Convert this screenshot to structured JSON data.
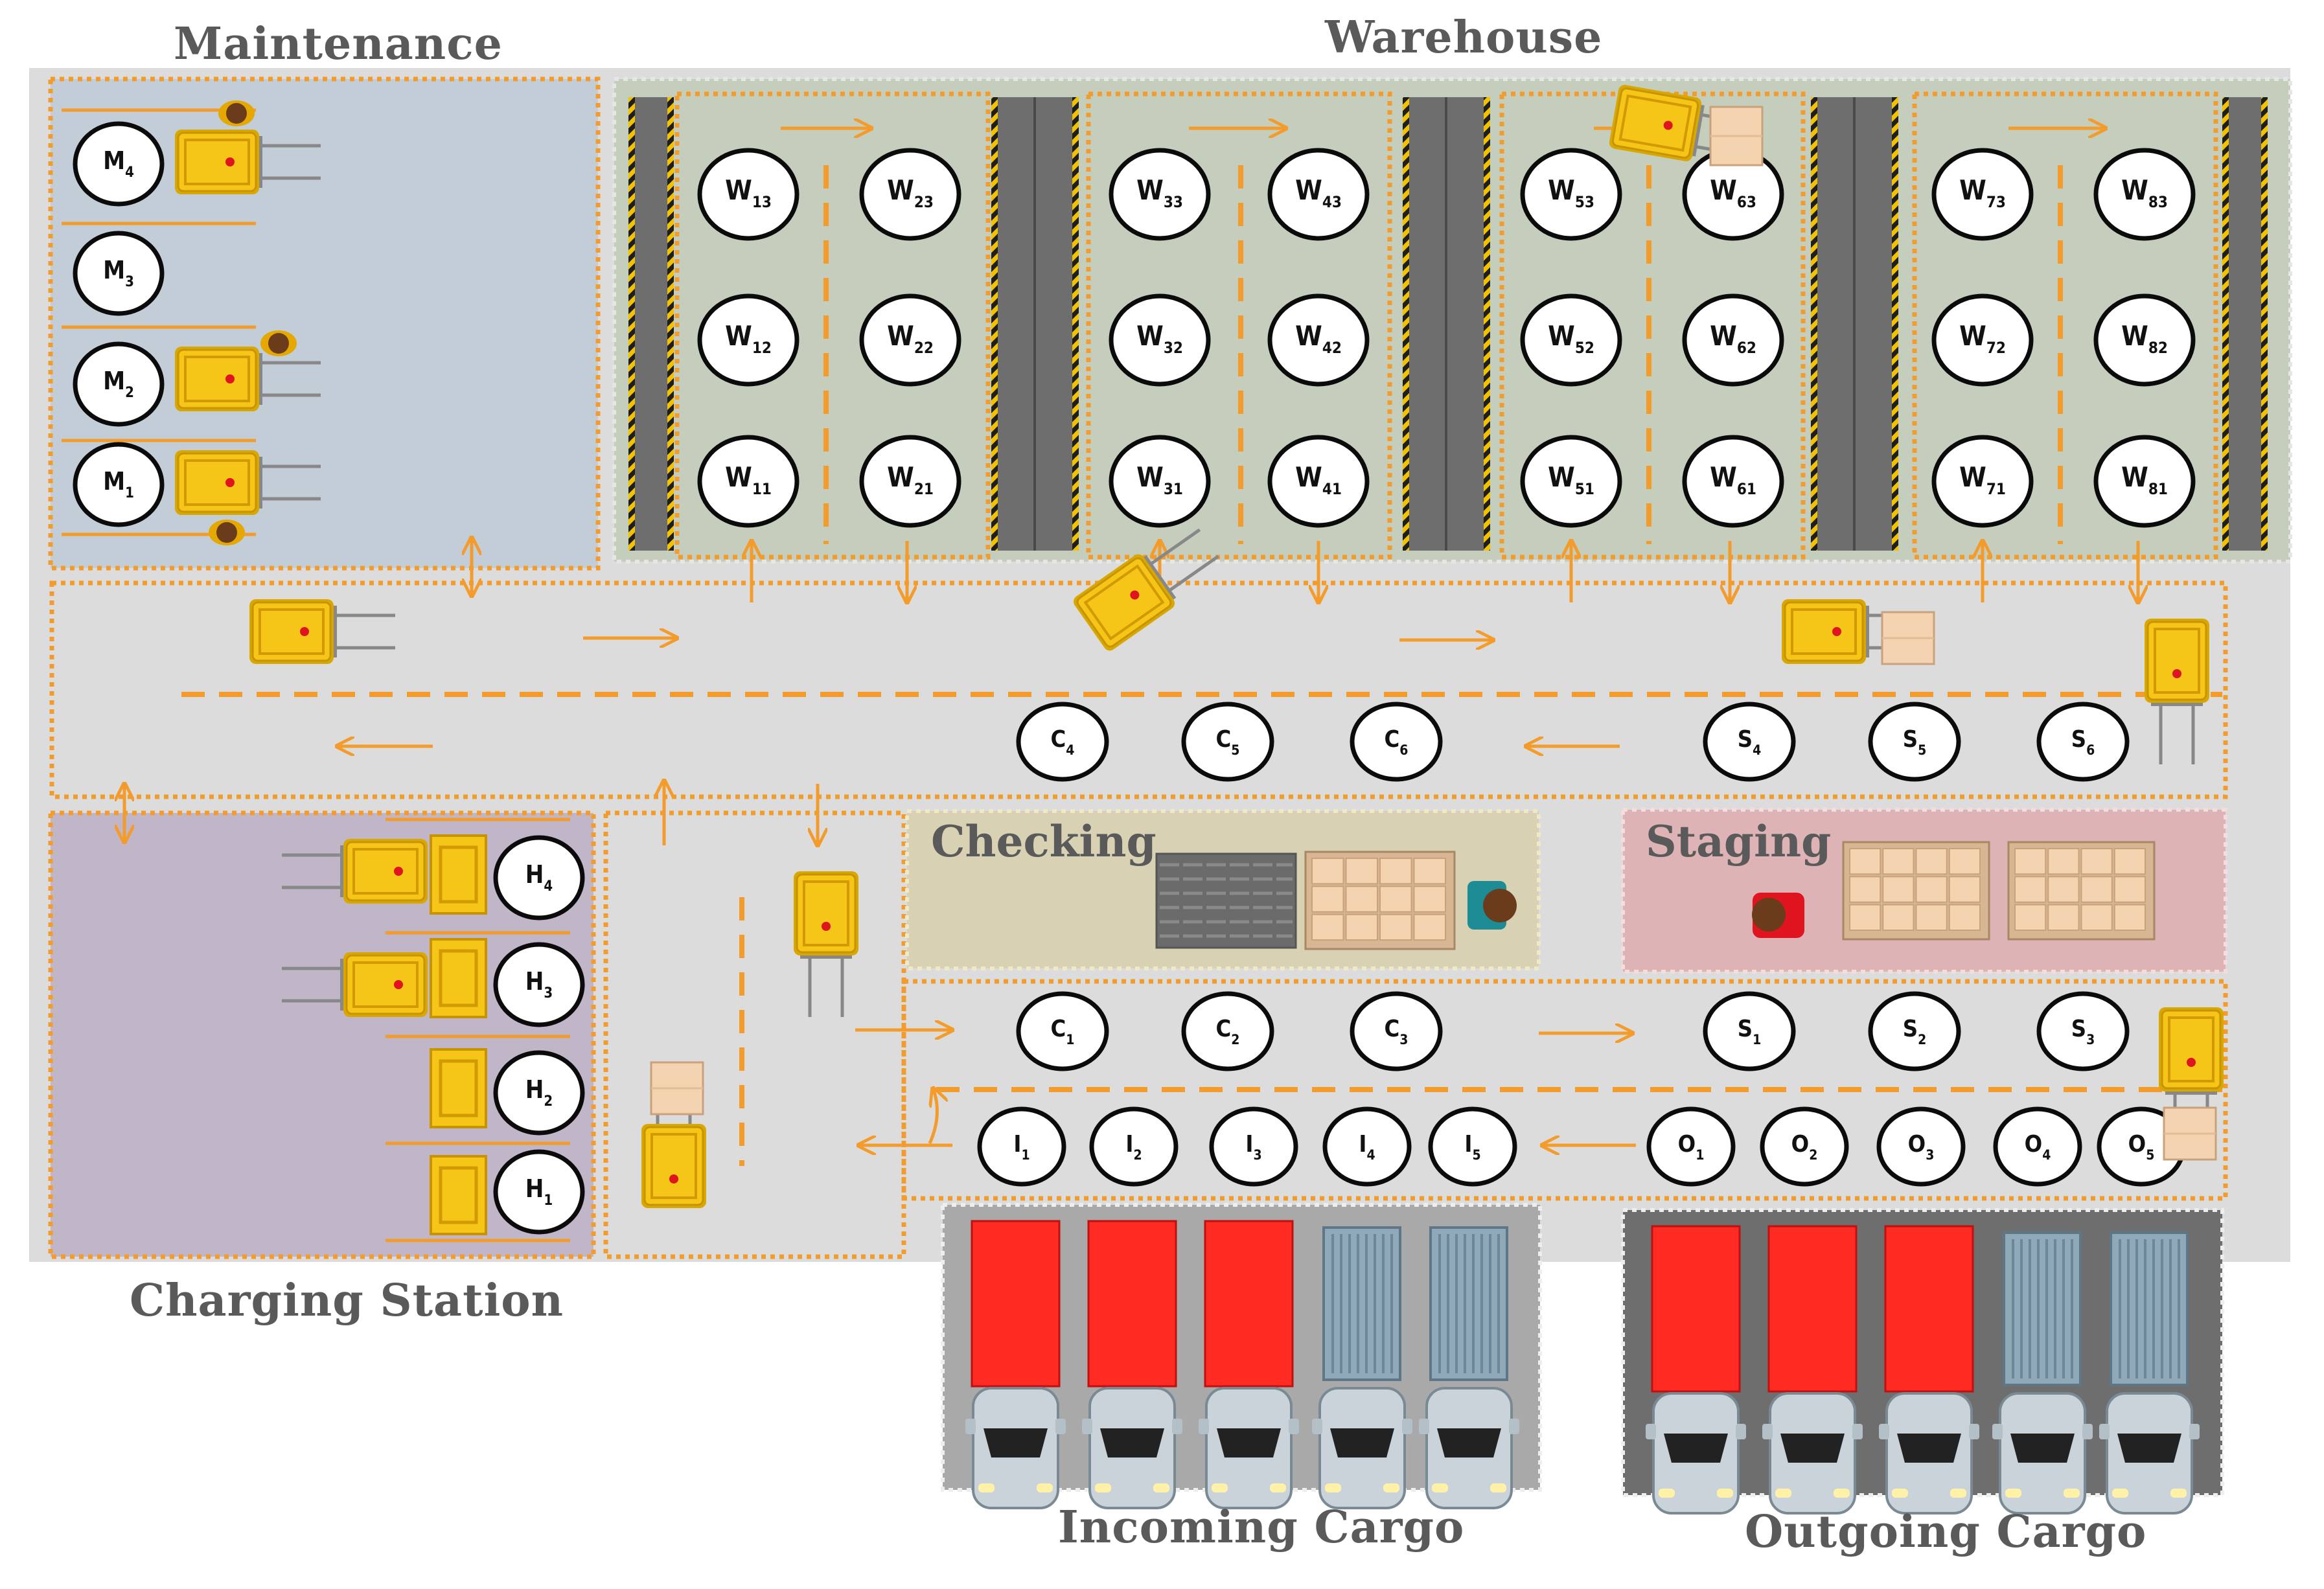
{
  "zones": {
    "maintenance": "Maintenance",
    "warehouse": "Warehouse",
    "charging": "Charging Station",
    "checking": "Checking",
    "staging": "Staging",
    "incoming": "Incoming Cargo",
    "outgoing": "Outgoing Cargo"
  },
  "nodes": {
    "maintenance": [
      "M4",
      "M3",
      "M2",
      "M1"
    ],
    "warehouse_cols": [
      [
        "W13",
        "W12",
        "W11"
      ],
      [
        "W23",
        "W22",
        "W21"
      ],
      [
        "W33",
        "W32",
        "W31"
      ],
      [
        "W43",
        "W42",
        "W41"
      ],
      [
        "W53",
        "W52",
        "W51"
      ],
      [
        "W63",
        "W62",
        "W61"
      ],
      [
        "W73",
        "W72",
        "W71"
      ],
      [
        "W83",
        "W82",
        "W81"
      ]
    ],
    "charging": [
      "H4",
      "H3",
      "H2",
      "H1"
    ],
    "checking_top": [
      "C4",
      "C5",
      "C6"
    ],
    "staging_top": [
      "S4",
      "S5",
      "S6"
    ],
    "checking_bottom": [
      "C1",
      "C2",
      "C3"
    ],
    "staging_bottom": [
      "S1",
      "S2",
      "S3"
    ],
    "incoming": [
      "I1",
      "I2",
      "I3",
      "I4",
      "I5"
    ],
    "outgoing": [
      "O1",
      "O2",
      "O3",
      "O4",
      "O5"
    ]
  },
  "colors": {
    "floor": "#dcdcdc",
    "maintenance_bg": "#c3cdd8",
    "warehouse_bg": "#c5cdbd",
    "charging_bg": "#c0b6c8",
    "checking_bg": "#d8d1b4",
    "staging_bg": "#deb3b5",
    "incoming_bg": "#a9a9a9",
    "outgoing_bg": "#6e6e6e",
    "path_orange": "#f39c2c",
    "robot_yellow": "#f5c518",
    "truck_red": "#ff2a22",
    "truck_blue": "#8fa9b8"
  }
}
